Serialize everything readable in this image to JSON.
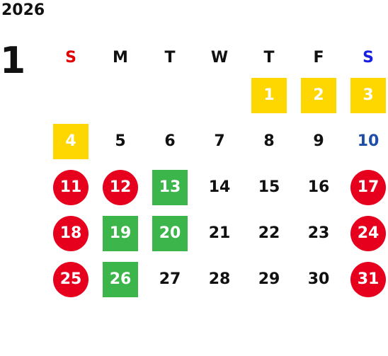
{
  "year": "2026",
  "month": "1",
  "weekdays": [
    "S",
    "M",
    "T",
    "W",
    "T",
    "F",
    "S"
  ],
  "colors": {
    "sunday": "#e00000",
    "saturday": "#1a1ee0",
    "yellow": "#ffd700",
    "green": "#3cb54a",
    "red": "#e6001e",
    "blue_text": "#1f4ea8"
  },
  "weeks": [
    [
      {
        "d": ""
      },
      {
        "d": ""
      },
      {
        "d": ""
      },
      {
        "d": ""
      },
      {
        "d": "1",
        "style": "yellow"
      },
      {
        "d": "2",
        "style": "yellow"
      },
      {
        "d": "3",
        "style": "yellow"
      }
    ],
    [
      {
        "d": "4",
        "style": "yellow"
      },
      {
        "d": "5"
      },
      {
        "d": "6"
      },
      {
        "d": "7"
      },
      {
        "d": "8"
      },
      {
        "d": "9"
      },
      {
        "d": "10",
        "style": "blue"
      }
    ],
    [
      {
        "d": "11",
        "style": "red"
      },
      {
        "d": "12",
        "style": "red"
      },
      {
        "d": "13",
        "style": "green"
      },
      {
        "d": "14"
      },
      {
        "d": "15"
      },
      {
        "d": "16"
      },
      {
        "d": "17",
        "style": "red"
      }
    ],
    [
      {
        "d": "18",
        "style": "red"
      },
      {
        "d": "19",
        "style": "green"
      },
      {
        "d": "20",
        "style": "green"
      },
      {
        "d": "21"
      },
      {
        "d": "22"
      },
      {
        "d": "23"
      },
      {
        "d": "24",
        "style": "red"
      }
    ],
    [
      {
        "d": "25",
        "style": "red"
      },
      {
        "d": "26",
        "style": "green"
      },
      {
        "d": "27"
      },
      {
        "d": "28"
      },
      {
        "d": "29"
      },
      {
        "d": "30"
      },
      {
        "d": "31",
        "style": "red"
      }
    ]
  ]
}
